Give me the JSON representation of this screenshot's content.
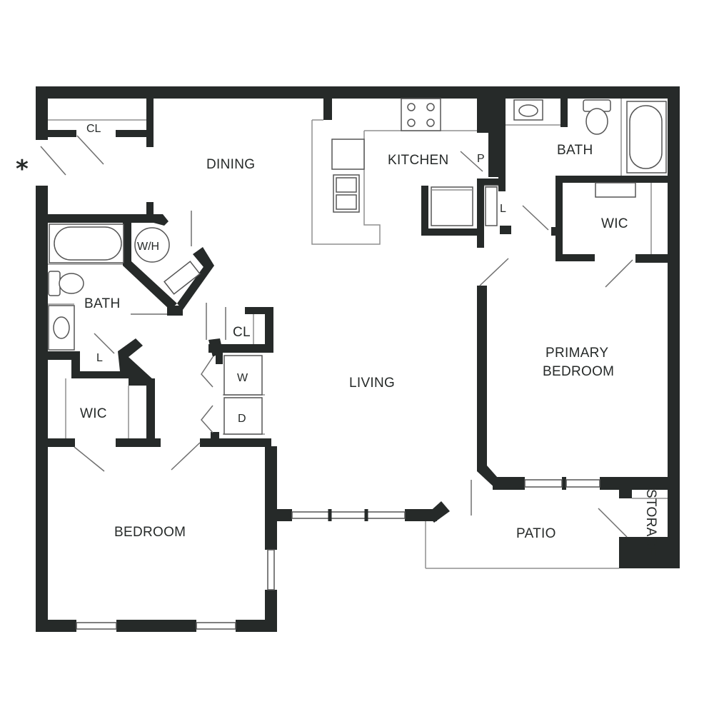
{
  "entry_marker": "*",
  "rooms": {
    "dining": "DINING",
    "kitchen": "KITCHEN",
    "pantry": "P",
    "linen_kitchen": "L",
    "bath_primary": "BATH",
    "wic_primary": "WIC",
    "primary_bedroom_line1": "PRIMARY",
    "primary_bedroom_line2": "BEDROOM",
    "closet_entry": "CL",
    "water_heater": "W/H",
    "bath_secondary": "BATH",
    "linen_secondary": "L",
    "wic_secondary": "WIC",
    "closet_laundry": "CL",
    "washer": "W",
    "dryer": "D",
    "living": "LIVING",
    "bedroom": "BEDROOM",
    "patio": "PATIO",
    "storage": "STORAGE"
  },
  "colors": {
    "wall": "#262a29",
    "background": "#ffffff"
  }
}
